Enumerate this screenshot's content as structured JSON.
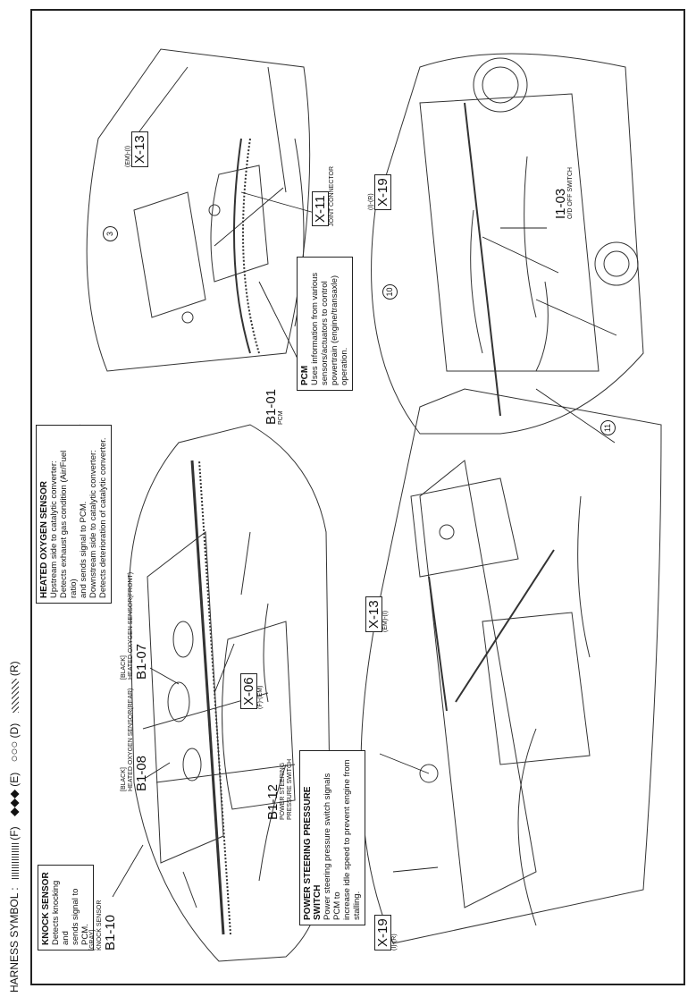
{
  "harness_symbol": {
    "label": "HARNESS SYMBOL :",
    "items": [
      {
        "code": "(F)"
      },
      {
        "code": "(E)"
      },
      {
        "code": "(D)"
      },
      {
        "code": "(R)"
      }
    ]
  },
  "info_boxes": {
    "knock": {
      "title": "KNOCK SENSOR",
      "lines": [
        "Detects knocking and",
        "sends signal to PCM."
      ]
    },
    "power_steering": {
      "title": "POWER STEERING PRESSURE SWITCH",
      "lines": [
        "Power steering pressure switch signals PCM to",
        "increase idle speed to prevent engine from",
        "stalling."
      ]
    },
    "heated_oxygen": {
      "title": "HEATED OXYGEN SENSOR",
      "lines": [
        "Upstream side to catalytic converter:",
        "Detects exhaust gas condition (Air/Fuel ratio)",
        "and sends signal to PCM.",
        "Downstream side to catalytic converter:",
        "Detects deterioration of catalytic converter."
      ]
    },
    "pcm": {
      "title": "PCM",
      "lines": [
        "Uses information from various",
        "sensors/actuators to control",
        "powertrain (engine/transaxle)",
        "operation."
      ]
    }
  },
  "connectors": {
    "b1_10": {
      "color": "[GRAY]",
      "desc": "KNOCK SENSOR",
      "code": "B1-10"
    },
    "b1_08": {
      "color": "[BLACK]",
      "desc": "HEATED OXYGEN SENSOR(REAR)",
      "code": "B1-08"
    },
    "b1_07": {
      "color": "[BLACK]",
      "desc": "HEATED OXYGEN SENSOR(FRONT)",
      "code": "B1-07"
    },
    "b1_12": {
      "code": "B1-12",
      "desc1": "POWER STEERING",
      "desc2": "PRESSURE SWITCH"
    },
    "x_06": {
      "code": "X-06",
      "sub": "(F)-(EM)"
    },
    "x_19_bottom": {
      "code": "X-19",
      "sub": "(I)-(R)"
    },
    "x_13_bottom": {
      "code": "X-13",
      "sub": "(EM)-(I)"
    },
    "b1_01": {
      "code": "B1-01",
      "desc": "PCM"
    },
    "x_13_top": {
      "code": "X-13",
      "sub": "(EM)-(I)"
    },
    "x_11": {
      "code": "X-11",
      "desc": "JOINT CONNECTOR"
    },
    "x_19_top": {
      "code": "X-19",
      "sub": "(I)-(R)"
    },
    "i1_03": {
      "code": "I1-03",
      "desc": "O/D OFF SWITCH"
    }
  },
  "callouts": [
    "3",
    "10",
    "11"
  ]
}
